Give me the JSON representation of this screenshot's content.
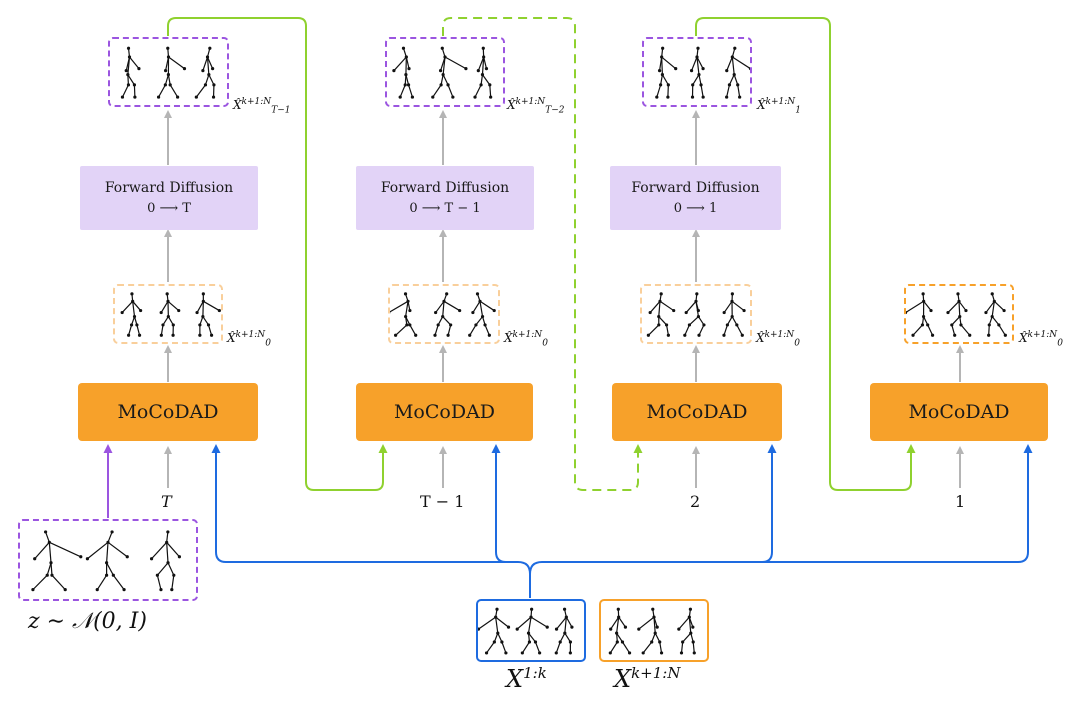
{
  "forward_diffusion": [
    {
      "title": "Forward Diffusion",
      "range": "0 ⟶ T"
    },
    {
      "title": "Forward Diffusion",
      "range": "0 ⟶ T − 1"
    },
    {
      "title": "Forward Diffusion",
      "range": "0 ⟶ 1"
    }
  ],
  "models": [
    "MoCoDAD",
    "MoCoDAD",
    "MoCoDAD",
    "MoCoDAD"
  ],
  "step_inputs": [
    "T",
    "T − 1",
    "2",
    "1"
  ],
  "noisy_labels": [
    {
      "base": "X̂",
      "sup": "k+1:N",
      "sub": "T−1"
    },
    {
      "base": "X̂",
      "sup": "k+1:N",
      "sub": "T−2"
    },
    {
      "base": "X̂",
      "sup": "k+1:N",
      "sub": "1"
    }
  ],
  "clean_labels": [
    {
      "base": "X̂",
      "sup": "k+1:N",
      "sub": "0"
    },
    {
      "base": "X̂",
      "sup": "k+1:N",
      "sub": "0"
    },
    {
      "base": "X̂",
      "sup": "k+1:N",
      "sub": "0"
    },
    {
      "base": "X̂",
      "sup": "k+1:N",
      "sub": "0"
    }
  ],
  "noise_label": "z ∼ 𝒩(0, I)",
  "condition_label": {
    "base": "X",
    "sup": "1:k"
  },
  "target_label": {
    "base": "X",
    "sup": "k+1:N"
  },
  "colors": {
    "model": "#f7a12a",
    "forward": "#e2d3f7",
    "noise_frame": "#9b55e0",
    "clean_frame": "#f9cf9b",
    "final_frame": "#f7a12a",
    "condition": "#1e6be0",
    "chain_arrow": "#8fd12f",
    "gray_arrow": "#b5b5b5"
  }
}
